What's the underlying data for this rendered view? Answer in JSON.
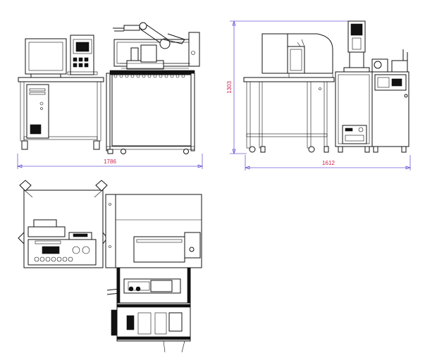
{
  "dimensions": {
    "front_width": "1786",
    "side_width": "1612",
    "height": "1303"
  },
  "colors": {
    "dimension_line": "#6b5bd6",
    "dimension_text": "#d0204a",
    "drawing_line": "#111111"
  }
}
